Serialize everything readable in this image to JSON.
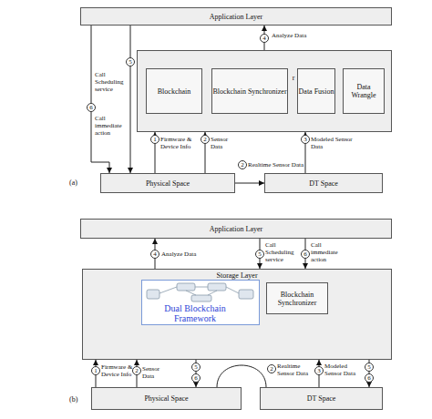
{
  "diagram": {
    "nodes": [
      {
        "text": [
          "Application Layer"
        ]
      },
      {
        "text": [
          "r"
        ]
      },
      {
        "text": [
          "Blockchain"
        ],
        "in": 1
      },
      {
        "text": [
          "Blockchain Synchronizer"
        ],
        "in": 1
      },
      {
        "text": [
          "Data Fusion"
        ],
        "in": 1
      },
      {
        "text": [
          "Data Wrangle"
        ],
        "in": 1
      },
      {
        "text": [
          "Physical Space"
        ]
      },
      {
        "text": [
          "DT Space"
        ]
      },
      {
        "text": [
          "Application Layer"
        ]
      },
      {
        "text": [
          "Storage Layer"
        ]
      },
      {
        "text": [
          "Dual Blockchain Framework"
        ],
        "in": 9
      },
      {
        "text": [
          "Blockchain Synchronizer"
        ],
        "in": 9
      },
      {
        "text": [
          "Physical Space"
        ]
      },
      {
        "text": [
          "DT Space"
        ]
      }
    ],
    "edges": [
      {
        "from": 1,
        "to": 0,
        "arrow": "to",
        "label": "Analyze Data"
      },
      {
        "from": 0,
        "to": 6,
        "arrow": "to",
        "label": "Call Scheduling service"
      },
      {
        "from": 0,
        "to": 6,
        "arrow": "to",
        "label": "Call immediate action"
      },
      {
        "from": 6,
        "to": 1,
        "arrow": "to",
        "label": "Firmware & Device Info"
      },
      {
        "from": 6,
        "to": 1,
        "arrow": "to",
        "label": "Sensor Data"
      },
      {
        "from": 7,
        "to": 1,
        "arrow": "to",
        "label": "Modeled Sensor Data"
      },
      {
        "from": 6,
        "to": 7,
        "arrow": "to",
        "label": "Realtime Sensor Data"
      },
      {
        "from": 9,
        "to": 8,
        "arrow": "to",
        "label": "Analyze Data"
      },
      {
        "from": 8,
        "to": 9,
        "arrow": "to",
        "label": "Call Scheduling service"
      },
      {
        "from": 8,
        "to": 9,
        "arrow": "to",
        "label": "Call immediate action"
      },
      {
        "from": 12,
        "to": 9,
        "arrow": "to",
        "label": "Firmware & Device Info"
      },
      {
        "from": 12,
        "to": 9,
        "arrow": "to",
        "label": "Sensor Data"
      },
      {
        "from": 9,
        "to": 12,
        "arrow": "to"
      },
      {
        "from": 12,
        "to": 13,
        "arrow": "none",
        "label": "Realtime Sensor Data"
      },
      {
        "from": 13,
        "to": 9,
        "arrow": "to",
        "label": "Modeled Sensor Data"
      },
      {
        "from": 9,
        "to": 13,
        "arrow": "to"
      }
    ],
    "labels": [
      "4",
      "5",
      "6",
      "1",
      "2",
      "3",
      "2",
      "(a)",
      "4",
      "5",
      "6",
      "1",
      "2",
      "5",
      "6",
      "2",
      "3",
      "5",
      "6",
      "(b)"
    ]
  }
}
